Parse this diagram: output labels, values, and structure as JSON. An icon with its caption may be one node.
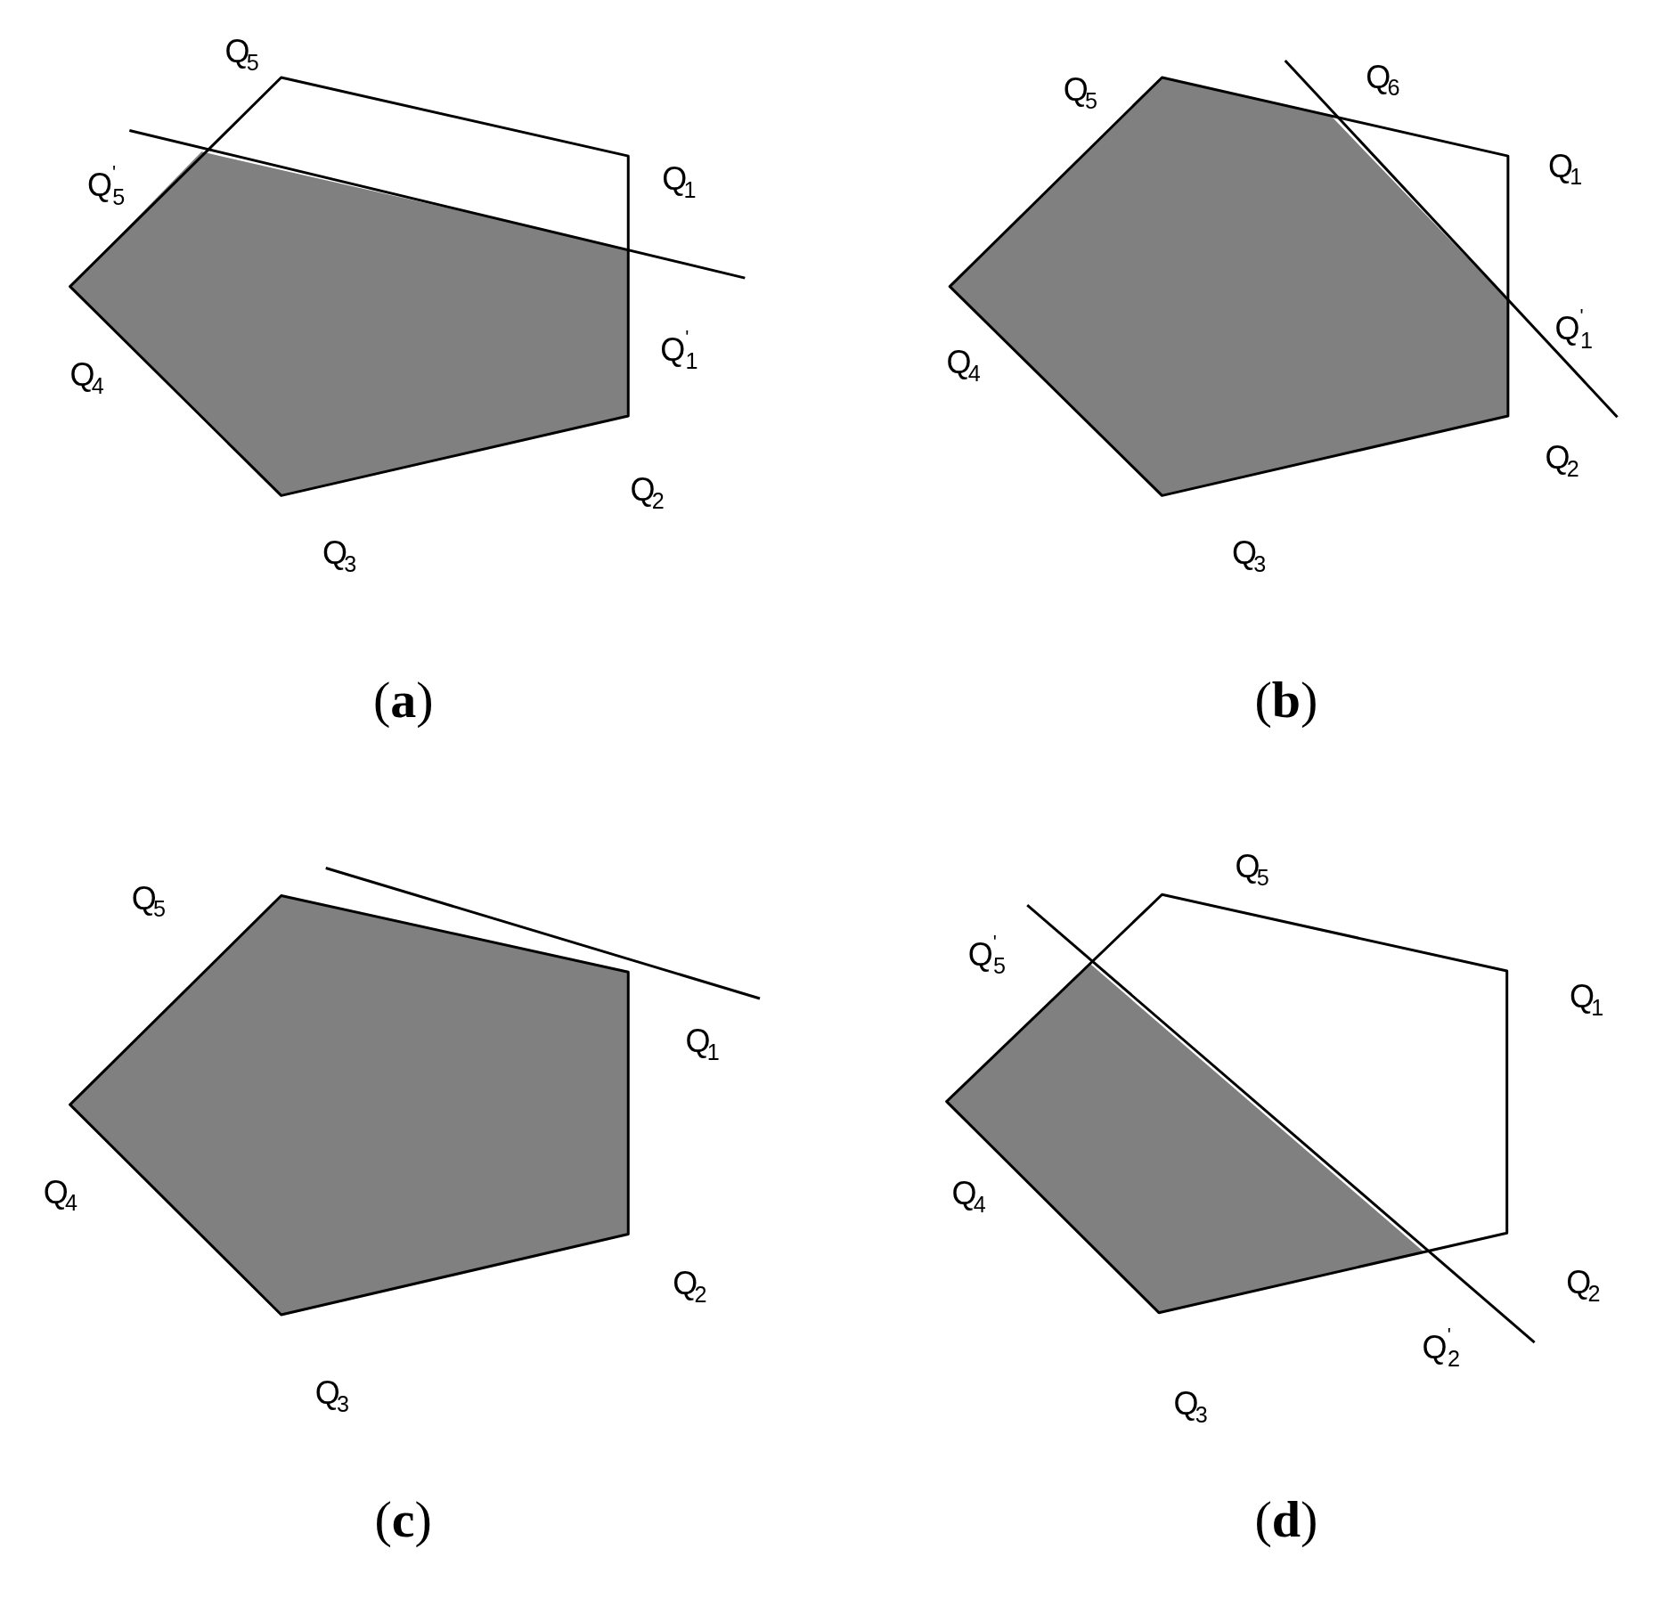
{
  "diagram": {
    "labels": [
      "Q$_{5}$",
      "Q$^{'}$$_{5}$",
      "Q$_{1}$",
      "Q$^{'}$$_{1}$",
      "Q$_{4}$",
      "Q$_{2}$",
      "Q$_{3}$",
      "Q$_{5}$",
      "Q$_{6}$",
      "Q$_{1}$",
      "Q$^{'}$$_{1}$",
      "Q$_{4}$",
      "Q$_{2}$",
      "Q$_{3}$",
      "(**a**)",
      "(**b**)",
      "Q$_{5}$",
      "Q$_{1}$",
      "Q$_{4}$",
      "Q$_{2}$",
      "Q$_{3}$",
      "Q$_{5}$",
      "Q$^{'}$$_{5}$",
      "Q$_{1}$",
      "Q$_{4}$",
      "Q$_{2}$",
      "Q$^{'}$$_{2}$",
      "Q$_{3}$",
      "(**c**)",
      "(**d**)"
    ]
  }
}
